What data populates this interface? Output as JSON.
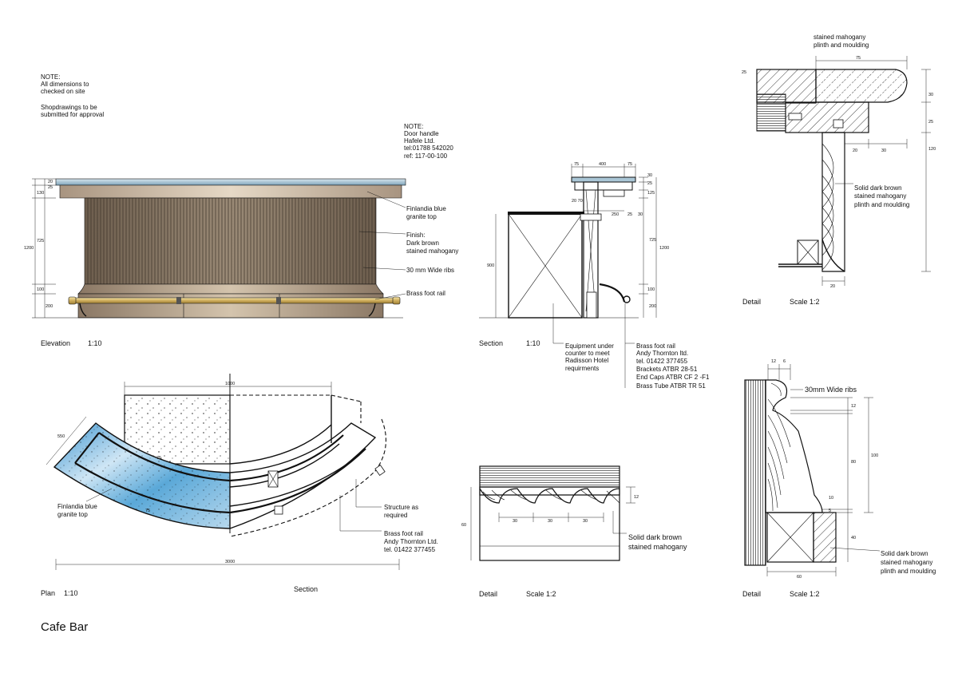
{
  "sheet": {
    "title": "Cafe Bar",
    "notes": {
      "site": [
        "NOTE:",
        "All dimensions to",
        "checked on site",
        "",
        "Shopdrawings to be",
        "submitted for approval"
      ],
      "door_handle": [
        "NOTE:",
        "Door handle",
        "Hafele Ltd.",
        "tel:01788 542020",
        "ref: 117-00-100"
      ]
    },
    "elevation": {
      "label": "Elevation",
      "scale": "1:10",
      "callouts": {
        "top": [
          "Finlandia blue",
          "granite top"
        ],
        "finish": [
          "Finish:",
          "Dark brown",
          "stained mahogany"
        ],
        "ribs": "30 mm Wide ribs",
        "rail": "Brass foot rail"
      },
      "dims": {
        "d20": "20",
        "d25": "25",
        "d130": "130",
        "d725": "725",
        "d1200": "1200",
        "d100": "100",
        "d200": "200"
      }
    },
    "section": {
      "label": "Section",
      "scale": "1:10",
      "equipment_note": [
        "Equipment under",
        "counter to meet",
        "Radisson Hotel",
        "requirments"
      ],
      "rail_note": [
        "Brass foot rail",
        "Andy Thornton ltd.",
        "tel. 01422 377455",
        "Brackets ATBR 28-51",
        "End Caps ATBR CF 2 -F1",
        "Brass Tube ATBR TR 51"
      ],
      "dims": {
        "d75a": "75",
        "d400": "400",
        "d75b": "75",
        "d30": "30",
        "d25": "25",
        "d125": "125",
        "d2070": "20 70",
        "d250": "250",
        "d25b": "25",
        "d30b": "30",
        "d725": "725",
        "d900": "900",
        "d1200": "1200",
        "d100": "100",
        "d200": "200"
      }
    },
    "detail_top": {
      "label": "Detail",
      "scale": "Scale 1:2",
      "caption_top": [
        "stained mahogany",
        "plinth and moulding"
      ],
      "callout": [
        "Solid dark brown",
        "stained mahogany",
        "plinth and moulding"
      ],
      "dims": {
        "d75": "75",
        "d30": "30",
        "d25": "25",
        "d120": "120",
        "d20a": "20",
        "d30b": "30",
        "d20b": "20",
        "d25side": "25"
      }
    },
    "plan": {
      "label": "Plan",
      "scale": "1:10",
      "section_label": "Section",
      "granite": [
        "Finlandia blue",
        "granite top"
      ],
      "structure": [
        "Structure as",
        "required"
      ],
      "rail": [
        "Brass foot rail",
        "Andy Thornton Ltd.",
        "tel. 01422 377455"
      ],
      "dims": {
        "d3000": "3000",
        "d1000": "1000",
        "d550": "550",
        "d75a": "75",
        "d75b": "75"
      }
    },
    "detail_mid": {
      "label": "Detail",
      "scale": "Scale 1:2",
      "callout": [
        "Solid dark brown",
        "stained mahogany"
      ],
      "dims": {
        "d12": "12",
        "d60": "60",
        "d30a": "30",
        "d30b": "30",
        "d30c": "30"
      }
    },
    "detail_right": {
      "label": "Detail",
      "scale": "Scale 1:2",
      "ribs": "30mm Wide ribs",
      "callout": [
        "Solid dark brown",
        "stained mahogany",
        "plinth and moulding"
      ],
      "dims": {
        "d12a": "12",
        "d6": "6",
        "d12b": "12",
        "d80": "80",
        "d100": "100",
        "d10": "10",
        "d5": "5",
        "d40": "40",
        "d60": "60"
      }
    },
    "colors": {
      "mahogany": "#8c7a66",
      "mahogany_dark": "#6f604f",
      "mahogany_light": "#c4b6a4",
      "granite": "#5aa8d8",
      "granite_light": "#c7e2f2",
      "brass": "#d9bf78"
    }
  }
}
